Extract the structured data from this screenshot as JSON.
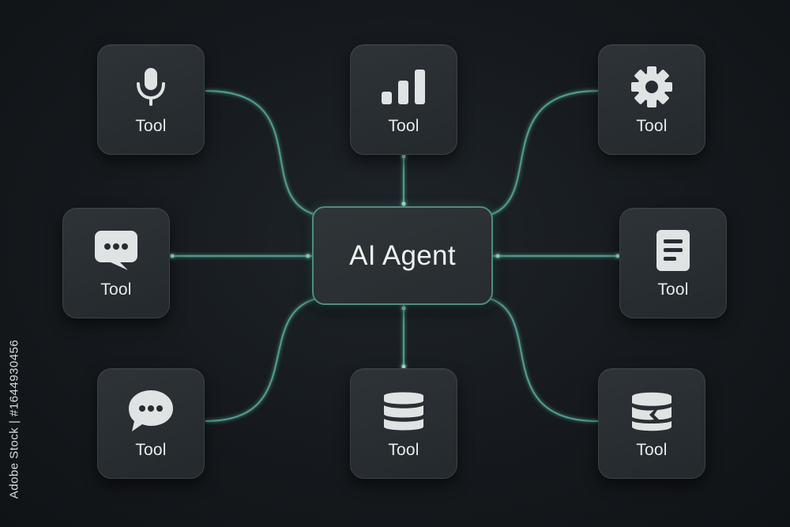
{
  "hub": {
    "label": "AI Agent"
  },
  "tools": [
    {
      "label": "Tool",
      "icon": "microphone-icon"
    },
    {
      "label": "Tool",
      "icon": "bar-chart-icon"
    },
    {
      "label": "Tool",
      "icon": "gear-icon"
    },
    {
      "label": "Tool",
      "icon": "chat-bubble-icon"
    },
    {
      "label": "Tool",
      "icon": "document-icon"
    },
    {
      "label": "Tool",
      "icon": "chat-bubble-icon"
    },
    {
      "label": "Tool",
      "icon": "database-icon"
    },
    {
      "label": "Tool",
      "icon": "database-icon"
    }
  ],
  "watermark": {
    "text": "Adobe Stock | #1644930456"
  },
  "colors": {
    "connector": "#4f9a8c",
    "hub_border": "#4f8c82",
    "icon": "#dfe3e4",
    "background": "#15191d"
  }
}
